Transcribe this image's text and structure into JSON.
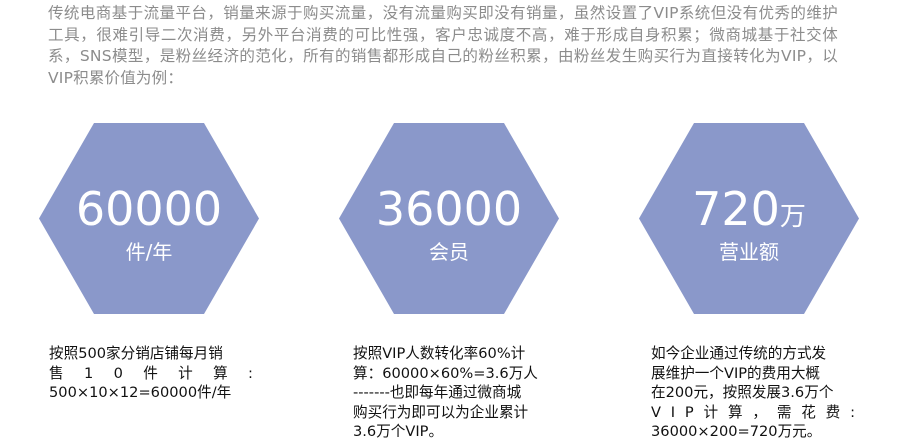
{
  "intro": {
    "text": "传统电商基于流量平台，销量来源于购买流量，没有流量购买即没有销量，虽然设置了VIP系统但没有优秀的维护工具，很难引导二次消费，另外平台消费的可比性强，客户忠诚度不高，难于形成自身积累；微商城基于社交体系，SNS模型，是粉丝经济的范化，所有的销售都形成自己的粉丝积累，由粉丝发生购买行为直接转化为VIP，以VIP积累价值为例："
  },
  "colors": {
    "hexagon_fill": "#8a98ca",
    "hexagon_text": "#ffffff",
    "intro_text": "#8c8c8c",
    "desc_text": "#111111"
  },
  "stats": [
    {
      "value": "60000",
      "suffix": "",
      "unit": "件/年",
      "description_lines": [
        "按照500家分销店铺每月销",
        "售 1 0 件 计 算 :",
        "500×10×12=60000件/年"
      ]
    },
    {
      "value": "36000",
      "suffix": "",
      "unit": "会员",
      "description_lines": [
        "按照VIP人数转化率60%计",
        "算：60000×60%=3.6万人",
        "-------也即每年通过微商城",
        "购买行为即可以为企业累计",
        "3.6万个VIP。"
      ]
    },
    {
      "value": "720",
      "suffix": "万",
      "unit": "营业额",
      "description_lines": [
        "如今企业通过传统的方式发",
        "展维护一个VIP的费用大概",
        "在200元，按照发展3.6万个",
        "V I P 计 算 ， 需 花 费 :",
        "36000×200=720万元。"
      ]
    }
  ]
}
